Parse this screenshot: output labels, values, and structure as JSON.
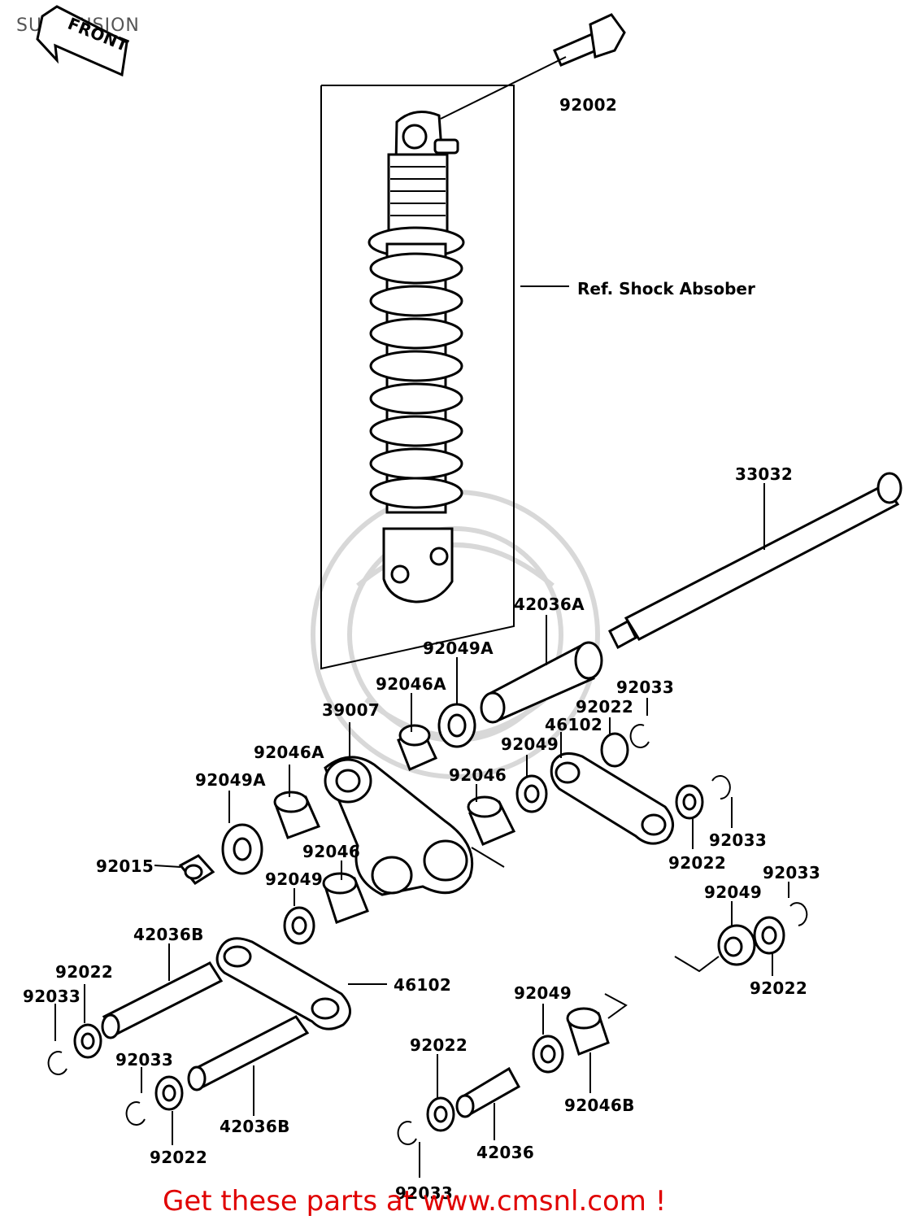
{
  "page": {
    "title": "SUSPENSION",
    "front_label": "FRONT",
    "ref_note": "Ref. Shock Absober",
    "footer": "Get these parts at www.cmsnl.com !"
  },
  "callouts": [
    "92002",
    "33032",
    "42036A",
    "92049A",
    "92046A",
    "92033",
    "92022",
    "46102",
    "39007",
    "92049",
    "92046A",
    "92046",
    "92049A",
    "92033",
    "92022",
    "92015",
    "92046",
    "92049",
    "92033",
    "92049",
    "42036B",
    "92022",
    "46102",
    "92033",
    "92022",
    "92033",
    "92049",
    "92022",
    "42036B",
    "92046B",
    "92022",
    "42036",
    "92033"
  ]
}
